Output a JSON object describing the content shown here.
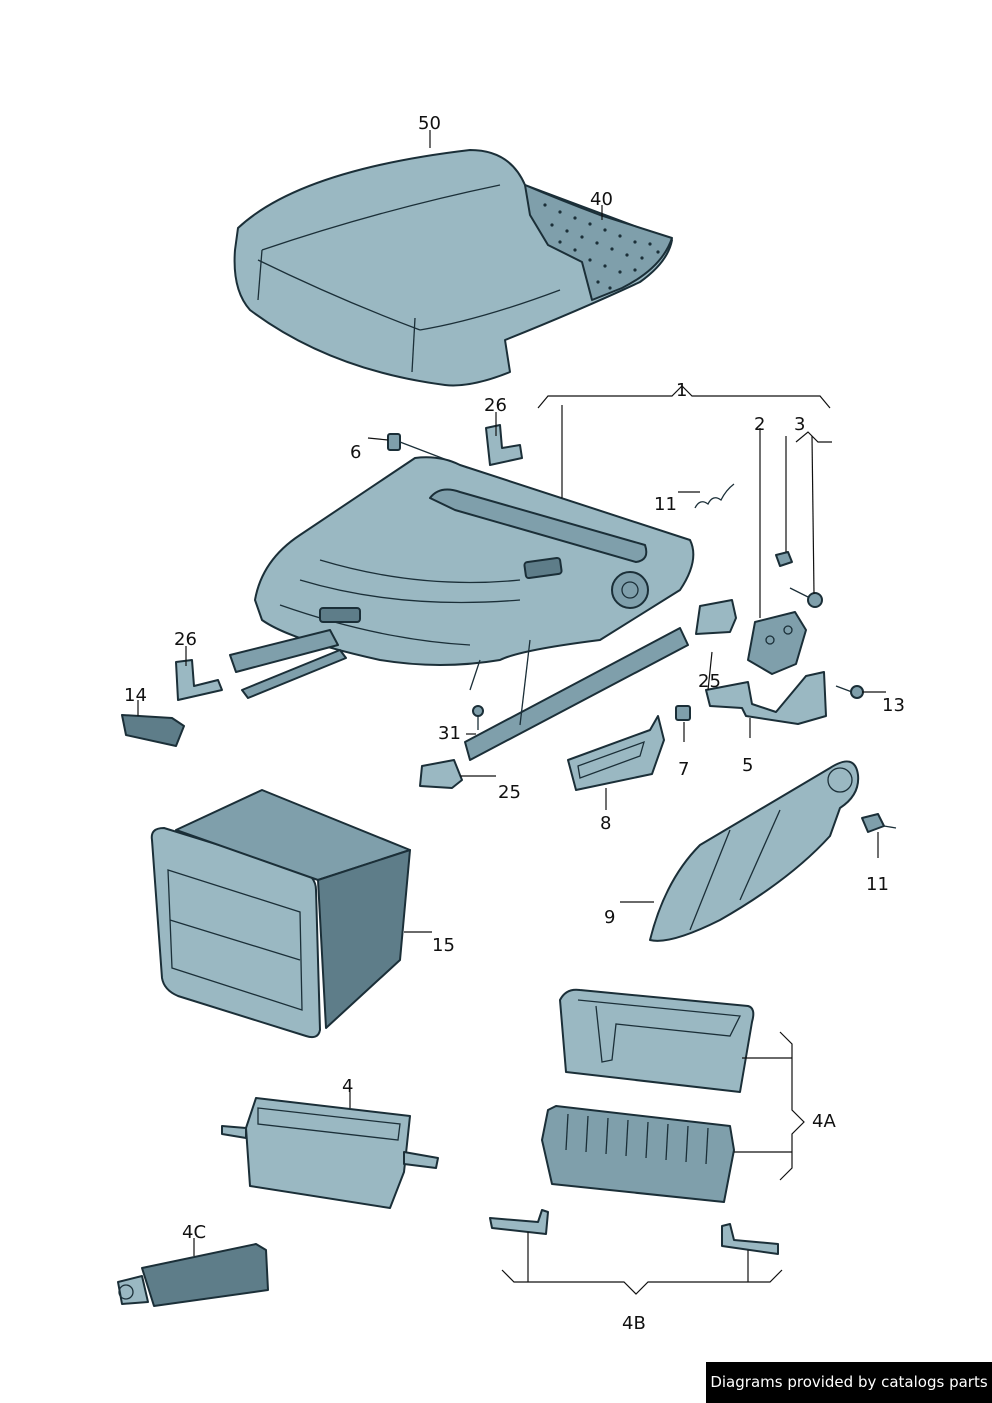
{
  "callouts": {
    "c50": "50",
    "c40": "40",
    "c1": "1",
    "c26a": "26",
    "c6": "6",
    "c2": "2",
    "c3": "3",
    "c11a": "11",
    "c26b": "26",
    "c14": "14",
    "c25a": "25",
    "c13": "13",
    "c31": "31",
    "c7": "7",
    "c5": "5",
    "c25b": "25",
    "c8": "8",
    "c11b": "11",
    "c9": "9",
    "c15": "15",
    "c4": "4",
    "c4A": "4A",
    "c4C": "4C",
    "c4B": "4B"
  },
  "credit": "Diagrams provided by catalogs parts",
  "colors": {
    "part_fill_light": "#9ab8c2",
    "part_fill_mid": "#7f9fab",
    "part_fill_dark": "#5e7d89",
    "outline": "#1b2f38"
  }
}
